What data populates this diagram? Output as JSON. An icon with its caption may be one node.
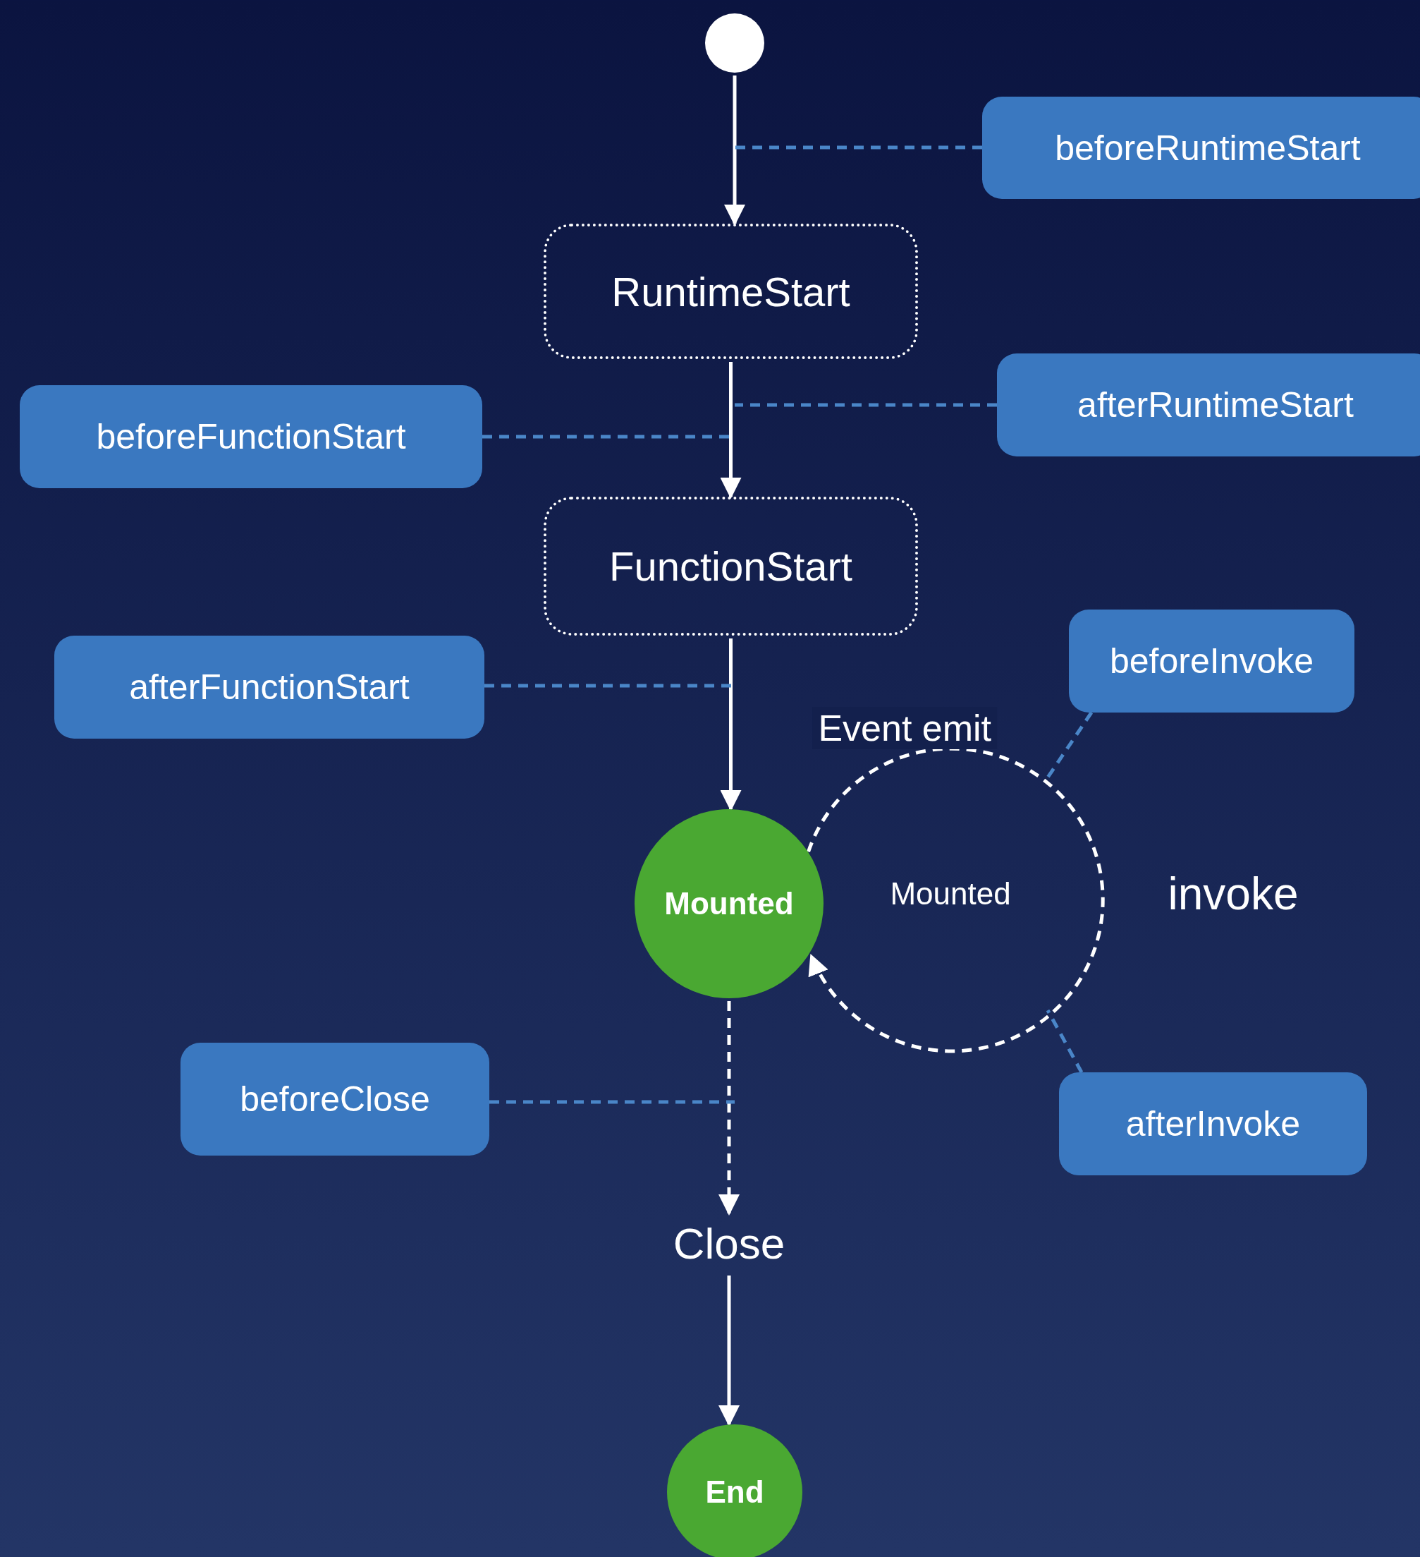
{
  "diagram": {
    "nodes": [
      {
        "text": [],
        "shape": "circle"
      },
      {
        "text": [
          "beforeRuntimeStart"
        ]
      },
      {
        "text": [
          "RuntimeStart"
        ]
      },
      {
        "text": [
          "afterRuntimeStart"
        ]
      },
      {
        "text": [
          "beforeFunctionStart"
        ]
      },
      {
        "text": [
          "FunctionStart"
        ]
      },
      {
        "text": [
          "afterFunctionStart"
        ]
      },
      {
        "text": [
          "beforeInvoke"
        ]
      },
      {
        "text": [
          "Mounted"
        ]
      },
      {
        "text": [
          "afterInvoke"
        ]
      },
      {
        "text": [
          "beforeClose"
        ]
      },
      {
        "text": [
          "Close"
        ]
      },
      {
        "text": [
          "End"
        ]
      }
    ],
    "edges": [
      {
        "from": 0,
        "to": 2,
        "arrow": "to",
        "color": "#ffffff"
      },
      {
        "from": 2,
        "to": 5,
        "arrow": "to",
        "color": "#ffffff"
      },
      {
        "from": 5,
        "to": 8,
        "arrow": "to",
        "color": "#ffffff"
      },
      {
        "from": 8,
        "to": 8,
        "arrow": "to",
        "label": "Event emit",
        "style": "dashed",
        "color": "#ffffff"
      },
      {
        "from": 8,
        "to": 11,
        "arrow": "to",
        "style": "dashed",
        "color": "#ffffff"
      },
      {
        "from": 11,
        "to": 12,
        "arrow": "to",
        "color": "#ffffff"
      },
      {
        "from": 1,
        "to": null,
        "arrow": "none",
        "style": "dashed",
        "color": "#4a86c8"
      },
      {
        "from": 3,
        "to": null,
        "arrow": "none",
        "style": "dashed",
        "color": "#4a86c8"
      },
      {
        "from": 4,
        "to": null,
        "arrow": "none",
        "style": "dashed",
        "color": "#4a86c8"
      },
      {
        "from": 6,
        "to": null,
        "arrow": "none",
        "style": "dashed",
        "color": "#4a86c8"
      },
      {
        "from": 7,
        "to": null,
        "arrow": "none",
        "style": "dashed",
        "color": "#4a86c8"
      },
      {
        "from": 9,
        "to": null,
        "arrow": "none",
        "style": "dashed",
        "color": "#4a86c8"
      },
      {
        "from": 10,
        "to": null,
        "arrow": "none",
        "style": "dashed",
        "color": "#4a86c8"
      }
    ],
    "labels": [
      "Mounted",
      "invoke"
    ]
  }
}
